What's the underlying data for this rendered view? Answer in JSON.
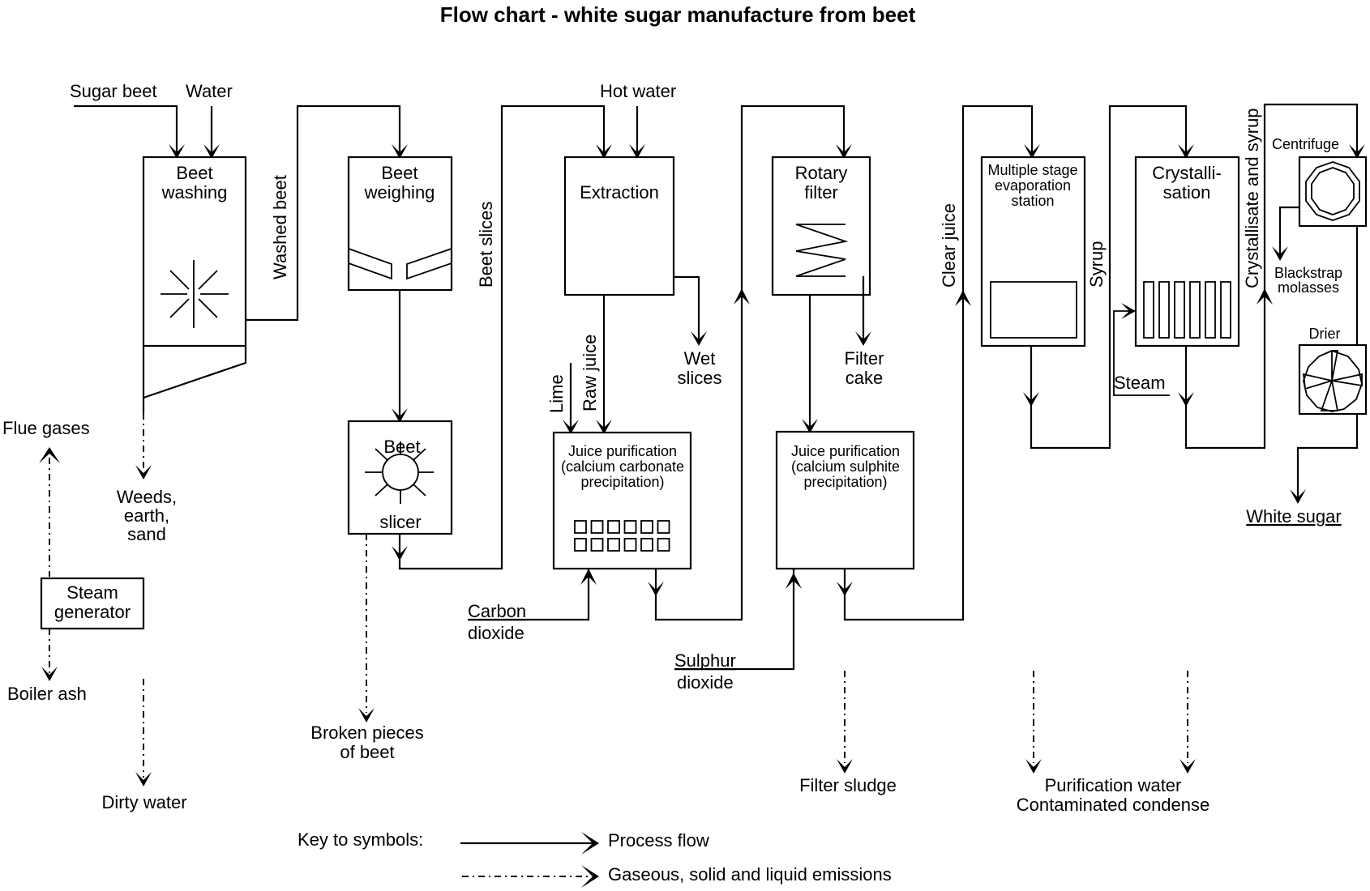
{
  "title": "Flow chart - white sugar manufacture from beet",
  "inputs": {
    "sugar_beet": "Sugar beet",
    "water": "Water",
    "hot_water": "Hot water",
    "lime": "Lime",
    "carbon_dioxide": [
      "Carbon",
      "dioxide"
    ],
    "sulphur_dioxide": [
      "Sulphur",
      "dioxide"
    ],
    "steam": "Steam"
  },
  "process_steps": {
    "beet_washing": [
      "Beet",
      "washing"
    ],
    "beet_weighing": [
      "Beet",
      "weighing"
    ],
    "beet_slicer": [
      "Beet",
      "slicer"
    ],
    "extraction": "Extraction",
    "rotary_filter": [
      "Rotary",
      "filter"
    ],
    "juice_purification_1": [
      "Juice purification",
      "(calcium carbonate",
      "precipitation)"
    ],
    "juice_purification_2": [
      "Juice purification",
      "(calcium sulphite",
      "precipitation)"
    ],
    "evaporation": [
      "Multiple stage",
      "evaporation",
      "station"
    ],
    "crystallisation": [
      "Crystalli-",
      "sation"
    ],
    "centrifuge": "Centrifuge",
    "drier": "Drier",
    "steam_generator": [
      "Steam",
      "generator"
    ]
  },
  "flow_labels": {
    "washed_beet": "Washed beet",
    "beet_slices": "Beet slices",
    "raw_juice": "Raw juice",
    "clear_juice": "Clear juice",
    "syrup": "Syrup",
    "crystallisate_and_syrup": "Crystallisate and syrup"
  },
  "outputs": {
    "wet_slices": [
      "Wet",
      "slices"
    ],
    "filter_cake": [
      "Filter",
      "cake"
    ],
    "blackstrap_molasses": [
      "Blackstrap",
      "molasses"
    ],
    "white_sugar": "White sugar"
  },
  "emissions": {
    "flue_gases": "Flue gases",
    "boiler_ash": "Boiler ash",
    "weeds": [
      "Weeds,",
      "earth,",
      "sand"
    ],
    "dirty_water": "Dirty water",
    "broken_pieces": [
      "Broken pieces",
      "of beet"
    ],
    "filter_sludge": "Filter sludge",
    "purification_water": [
      "Purification water",
      "Contaminated condense"
    ]
  },
  "legend": {
    "heading": "Key to symbols:",
    "process_flow": "Process flow",
    "emissions": "Gaseous, solid and liquid emissions"
  }
}
